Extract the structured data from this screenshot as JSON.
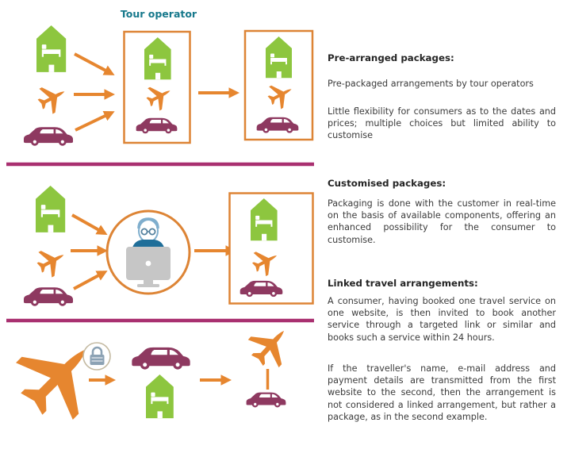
{
  "diagram": {
    "tour_operator_label": "Tour operator",
    "icons": {
      "hotel-icon": "green house with white bed (accommodation)",
      "plane-icon": "orange jet airplane silhouette (flight)",
      "car-icon": "dark purple sedan (car rental)",
      "person-laptop-icon": "customer with glasses behind a grey laptop inside orange circle",
      "padlock-icon": "grey-blue padlock in small circle (secure link)",
      "arrow-icon": "orange arrow connector",
      "link-line": "orange vertical line linking plane and car"
    },
    "colors": {
      "orange": "#E6862F",
      "green": "#8DC63F",
      "car_purple": "#8E3960",
      "divider_magenta": "#A93070",
      "teal_heading": "#17798C",
      "body_text": "#3B3B3B",
      "person_shirt_blue": "#1F6E99",
      "laptop_gray": "#C6C6C6",
      "lock_gray_blue": "#8CA2B4"
    }
  },
  "sections": [
    {
      "heading": "Pre-arranged packages:",
      "paragraphs": [
        "Pre-packaged arrangements by tour operators",
        "Little flexibility for consumers as to the dates and prices; multiple choices but limited ability to customise"
      ]
    },
    {
      "heading": "Customised packages:",
      "paragraphs": [
        "Packaging is done with the customer in real-time on the basis of available components, offering an enhanced possibility for the consumer to customise."
      ]
    },
    {
      "heading": "Linked travel arrangements:",
      "paragraphs": [
        "A consumer, having booked one travel service on one website, is then invited to book another service through a targeted link or similar and books such a service within 24 hours.",
        "If the traveller's name, e-mail address and payment details are transmitted from the first website to the second, then the arrangement is not considered a linked arrangement, but rather a package, as in the second example."
      ]
    }
  ]
}
